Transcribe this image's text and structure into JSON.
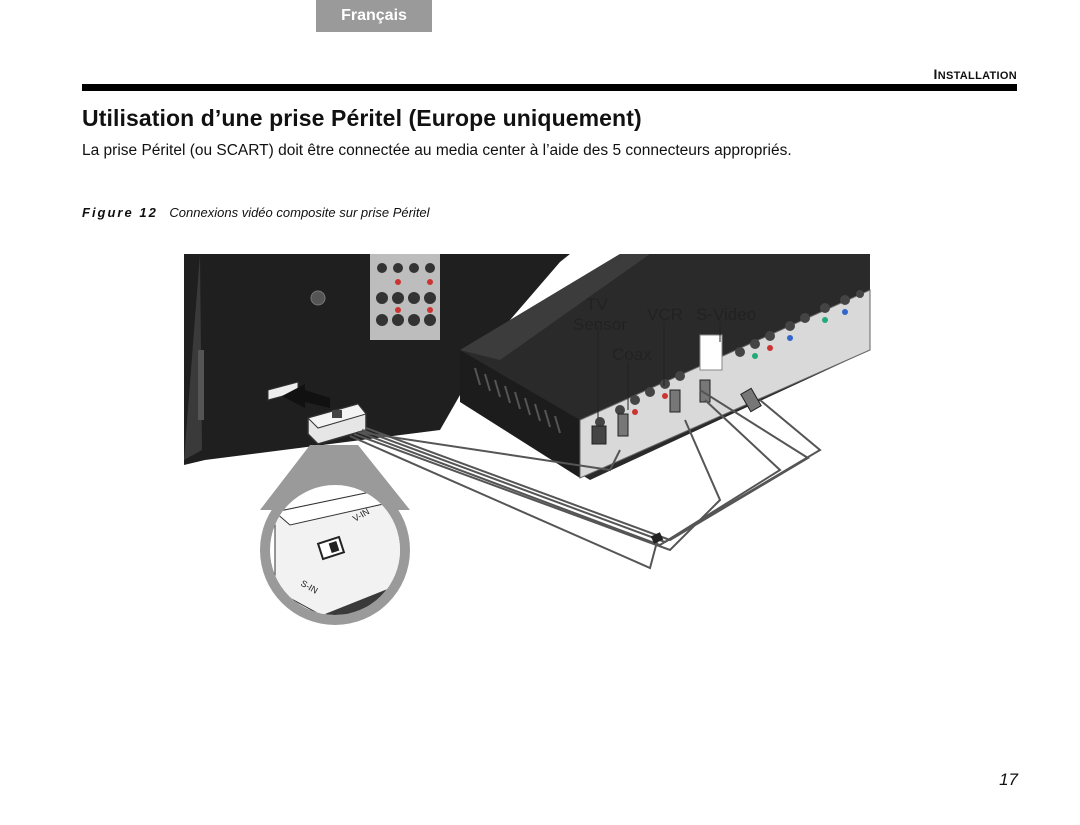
{
  "header": {
    "language_tab": "Français",
    "section_label_first": "I",
    "section_label_rest": "NSTALLATION"
  },
  "main": {
    "title": "Utilisation d’une prise Péritel (Europe uniquement)",
    "intro": "La prise Péritel (ou SCART) doit être connectée au media center à l’aide des 5 connecteurs appropriés.",
    "figure": {
      "number": "Figure 12",
      "caption": "Connexions vidéo composite sur prise Péritel",
      "callouts": {
        "tv": "TV",
        "sensor": "Sensor",
        "vcr": "VCR",
        "svideo": "S-Video",
        "coax": "Coax",
        "s_in": "S-IN",
        "v_in": "V-IN"
      }
    }
  },
  "footer": {
    "page_number": "17"
  }
}
